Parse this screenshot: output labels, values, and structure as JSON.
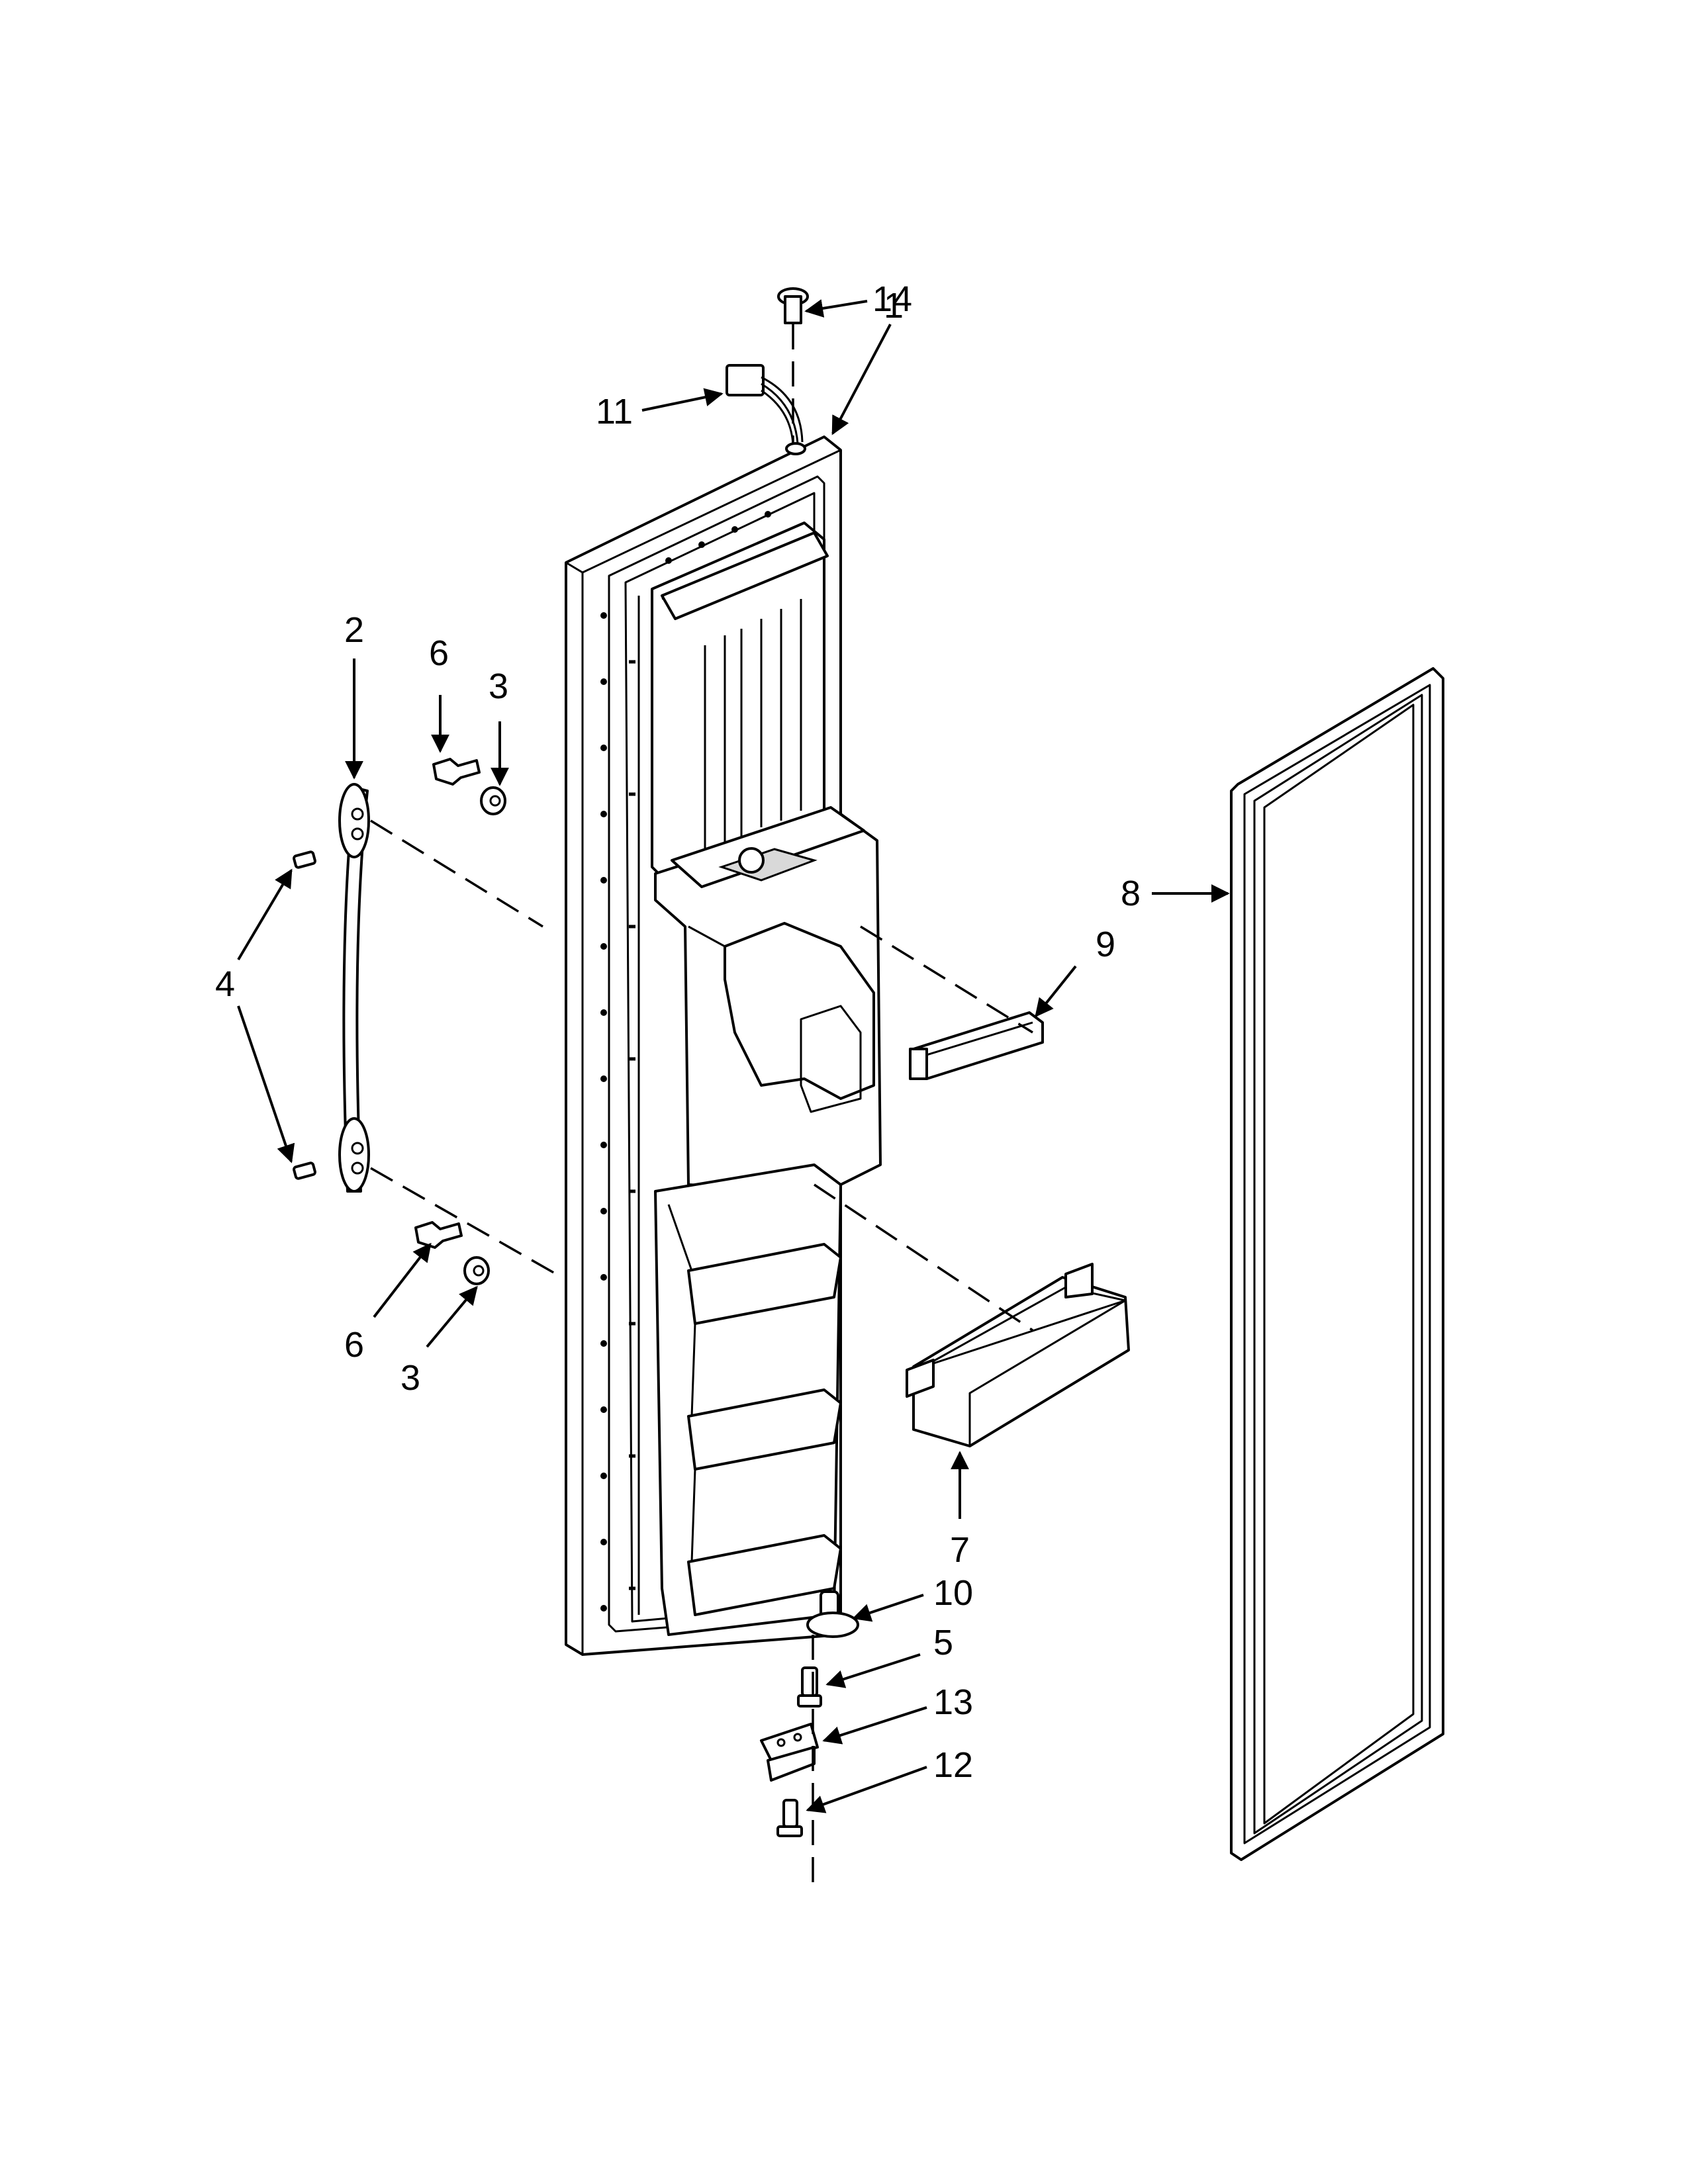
{
  "callouts": [
    {
      "id": "c14",
      "label": "14"
    },
    {
      "id": "c1",
      "label": "1"
    },
    {
      "id": "c11",
      "label": "11"
    },
    {
      "id": "c2",
      "label": "2"
    },
    {
      "id": "c6a",
      "label": "6"
    },
    {
      "id": "c3a",
      "label": "3"
    },
    {
      "id": "c4",
      "label": "4"
    },
    {
      "id": "c6b",
      "label": "6"
    },
    {
      "id": "c3b",
      "label": "3"
    },
    {
      "id": "c8",
      "label": "8"
    },
    {
      "id": "c9",
      "label": "9"
    },
    {
      "id": "c7",
      "label": "7"
    },
    {
      "id": "c10",
      "label": "10"
    },
    {
      "id": "c5",
      "label": "5"
    },
    {
      "id": "c13",
      "label": "13"
    },
    {
      "id": "c12",
      "label": "12"
    }
  ]
}
